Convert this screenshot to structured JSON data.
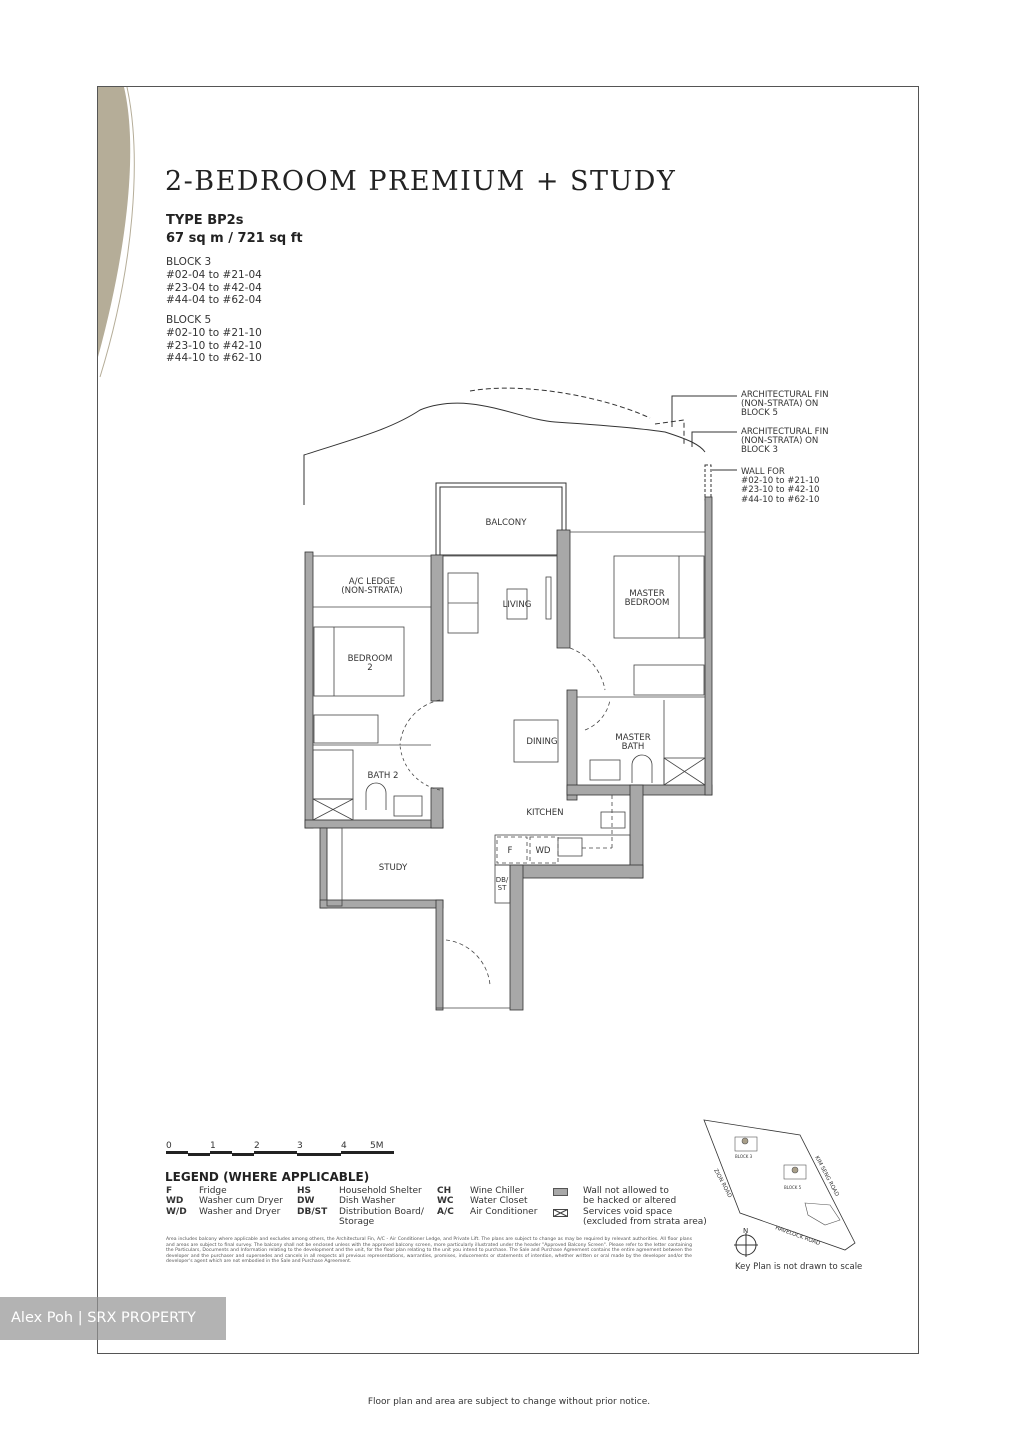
{
  "header": {
    "title": "2-BEDROOM PREMIUM + STUDY",
    "type": "TYPE BP2s",
    "area": "67 sq m / 721 sq ft"
  },
  "blocks": [
    {
      "name": "BLOCK 3",
      "units": [
        "#02-04 to #21-04",
        "#23-04 to #42-04",
        "#44-04 to #62-04"
      ]
    },
    {
      "name": "BLOCK 5",
      "units": [
        "#02-10 to #21-10",
        "#23-10 to #42-10",
        "#44-10 to #62-10"
      ]
    }
  ],
  "annotations": {
    "fin_block5": [
      "ARCHITECTURAL FIN",
      "(NON-STRATA) ON",
      "BLOCK 5"
    ],
    "fin_block3": [
      "ARCHITECTURAL FIN",
      "(NON-STRATA) ON",
      "BLOCK 3"
    ],
    "wall_for": [
      "WALL FOR",
      "#02-10 to #21-10",
      "#23-10 to #42-10",
      "#44-10 to #62-10"
    ]
  },
  "rooms": {
    "balcony": "BALCONY",
    "ac_ledge": [
      "A/C LEDGE",
      "(NON-STRATA)"
    ],
    "living": "LIVING",
    "master_bedroom": [
      "MASTER",
      "BEDROOM"
    ],
    "bedroom2": [
      "BEDROOM",
      "2"
    ],
    "dining": "DINING",
    "master_bath": [
      "MASTER",
      "BATH"
    ],
    "bath2": "BATH 2",
    "kitchen": "KITCHEN",
    "study": "STUDY",
    "fridge": "F",
    "washer": "WD",
    "db": [
      "DB/",
      "ST"
    ]
  },
  "scale": {
    "ticks": [
      "0",
      "1",
      "2",
      "3",
      "4",
      "5M"
    ]
  },
  "legend": {
    "title": "LEGEND (WHERE APPLICABLE)",
    "col1": [
      {
        "k": "F",
        "v": "Fridge"
      },
      {
        "k": "WD",
        "v": "Washer cum Dryer"
      },
      {
        "k": "W/D",
        "v": "Washer and Dryer"
      }
    ],
    "col2": [
      {
        "k": "HS",
        "v": "Household Shelter"
      },
      {
        "k": "DW",
        "v": "Dish Washer"
      },
      {
        "k": "DB/ST",
        "v": "Distribution Board/"
      },
      {
        "k": "",
        "v": "Storage"
      }
    ],
    "col3": [
      {
        "k": "CH",
        "v": "Wine Chiller"
      },
      {
        "k": "WC",
        "v": "Water Closet"
      },
      {
        "k": "A/C",
        "v": "Air Conditioner"
      }
    ],
    "symbols": [
      {
        "icon": "wall-not-hackable",
        "lines": [
          "Wall not allowed to",
          "be hacked or altered"
        ]
      },
      {
        "icon": "services-void",
        "lines": [
          "Services void space",
          "(excluded from strata area)"
        ]
      }
    ],
    "wall_color": "#a8a8a8"
  },
  "fine_print": "Area includes balcony where applicable and excludes among others, the Architectural Fin, A/C - Air Conditioner Ledge, and Private Lift. The plans are subject to change as may be required by relevant authorities. All floor plans and areas are subject to final survey. The balcony shall not be enclosed unless with the approved balcony screen, more particularly illustrated under the header \"Approved Balcony Screen\". Please refer to the letter containing the Particulars, Documents and Information relating to the development and the unit, for the floor plan relating to the unit you intend to purchase. The Sale and Purchase Agreement contains the entire agreement between the developer and the purchaser and supersedes and cancels in all respects all previous representations, warranties, promises, inducements or statements of intention, whether written or oral made by the developer and/or the developer's agent which are not embodied in the Sale and Purchase Agreement.",
  "key_plan": {
    "roads": [
      "ZION ROAD",
      "KIM SENG ROAD",
      "HAVELOCK ROAD"
    ],
    "blocks": [
      "BLOCK 3",
      "BLOCK 5"
    ],
    "north": "N",
    "caption": "Key Plan is not drawn to scale"
  },
  "watermark": "Alex Poh | SRX PROPERTY",
  "footer": "Floor plan and area are subject to change without prior notice.",
  "colors": {
    "accent": "#b5ad98",
    "wall": "#a8a8a8"
  }
}
